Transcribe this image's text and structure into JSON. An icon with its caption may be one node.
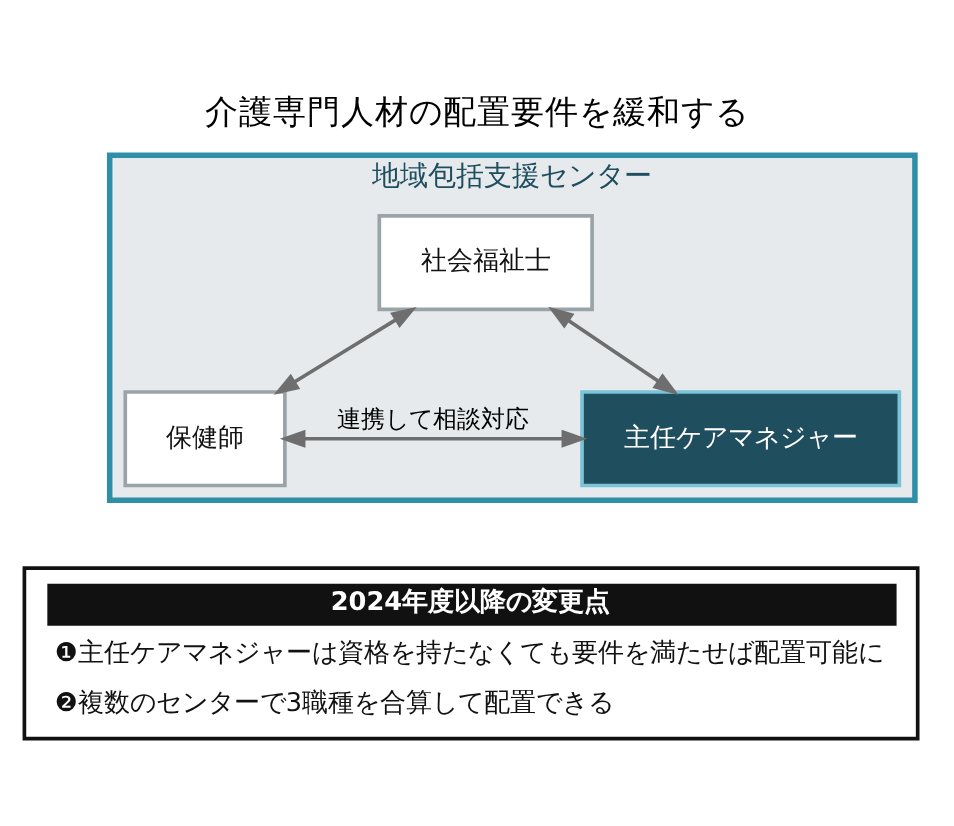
{
  "diagram": {
    "title": "介護専門人材の配置要件を緩和する",
    "nodes": [
      {
        "text": [
          "地域包括支援センター"
        ]
      },
      {
        "text": [
          "社会福祉士"
        ],
        "in": 0
      },
      {
        "text": [
          "保健師"
        ],
        "in": 0
      },
      {
        "text": [
          "主任ケアマネジャー"
        ],
        "in": 0
      },
      {
        "text": [
          "2024年度以降の変更点",
          "❶主任ケアマネジャーは資格を持たなくても要件を満たせば配置可能に",
          "❷複数のセンターで3職種を合算して配置できる"
        ]
      }
    ],
    "edges": [
      {
        "from": 1,
        "to": 2,
        "arrow": "both"
      },
      {
        "from": 1,
        "to": 3,
        "arrow": "both"
      },
      {
        "from": 2,
        "to": 3,
        "arrow": "both",
        "label": "連携して相談対応"
      }
    ]
  }
}
